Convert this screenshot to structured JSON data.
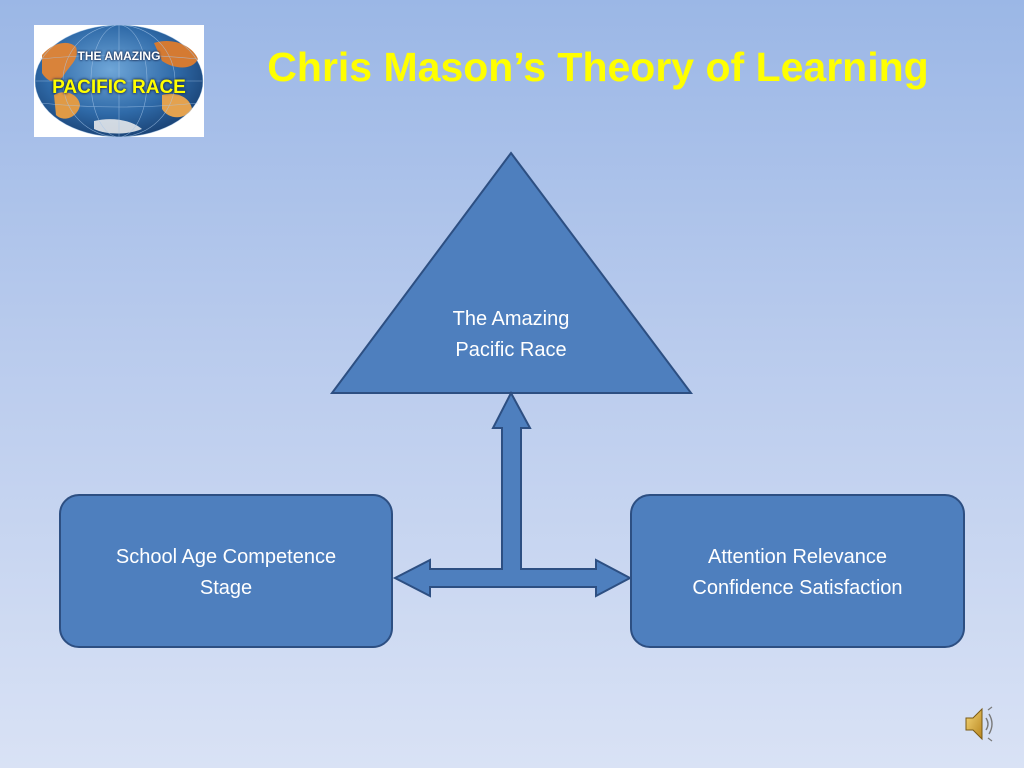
{
  "slide": {
    "title": "Chris Mason’s Theory of Learning"
  },
  "logo": {
    "line1": "THE AMAZING",
    "line2": "PACIFIC RACE"
  },
  "diagram": {
    "apex_label_line1": "The Amazing",
    "apex_label_line2": "Pacific Race",
    "left_box_line1": "School Age Competence",
    "left_box_line2": "Stage",
    "right_box_line1": "Attention Relevance",
    "right_box_line2": "Confidence Satisfaction"
  },
  "colors": {
    "title": "#ffff00",
    "shape_fill": "#4e7fbe",
    "shape_stroke": "#2d4f82",
    "shape_text": "#ffffff"
  },
  "icons": {
    "audio": "speaker-icon"
  }
}
